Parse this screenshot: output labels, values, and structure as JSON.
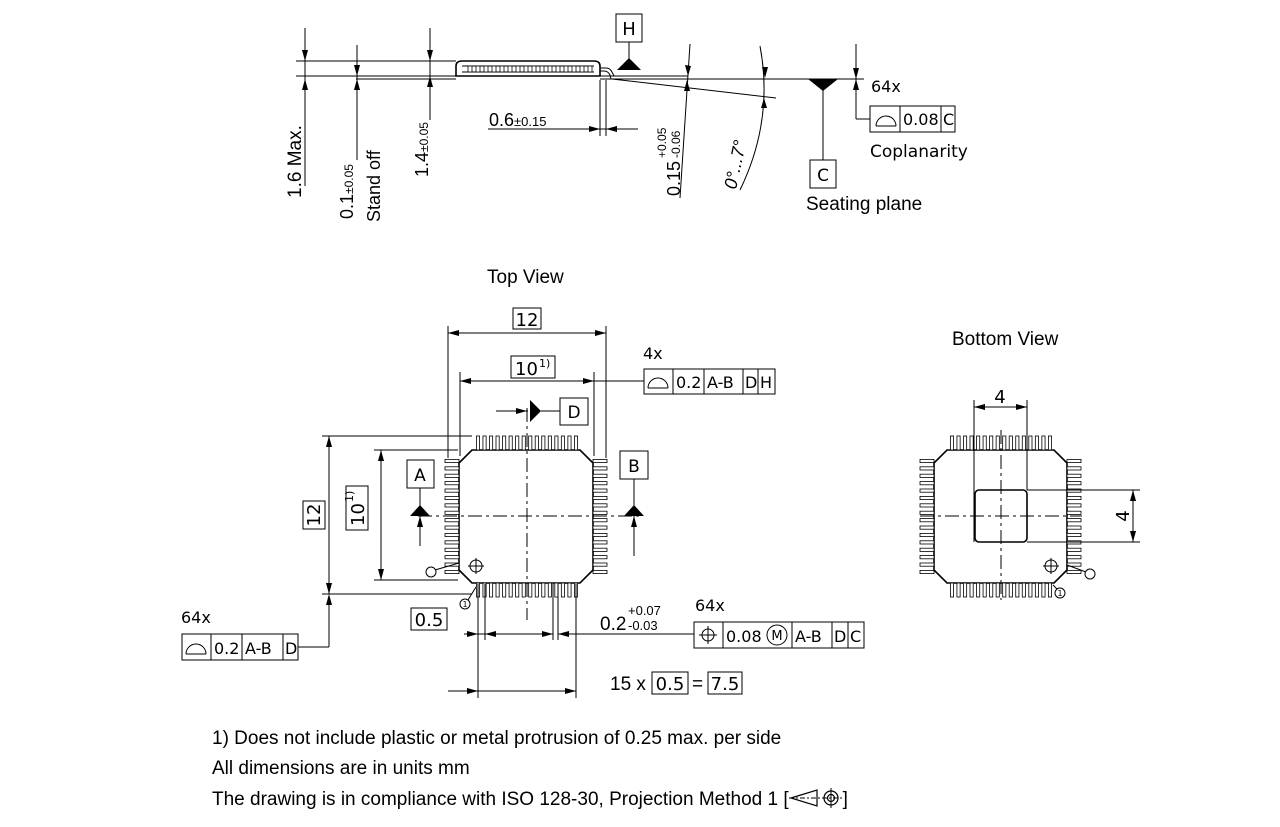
{
  "side_view": {
    "datum_h": "H",
    "dim_max_height": "1.6 Max.",
    "dim_standoff": "0.1",
    "dim_standoff_tol": "±0.05",
    "standoff_label": "Stand off",
    "dim_body_height": "1.4",
    "dim_body_height_tol": "±0.05",
    "dim_lead_length": "0.6",
    "dim_lead_length_tol": "±0.15",
    "dim_lead_thickness": "0.15",
    "dim_lead_thickness_tol_plus": "+0.05",
    "dim_lead_thickness_tol_minus": "-0.06",
    "dim_angle": "0°...7°",
    "coplanarity_count": "64x",
    "coplanarity_value": "0.08",
    "coplanarity_datum": "C",
    "coplanarity_label": "Coplanarity",
    "datum_c": "C",
    "seating_plane_label": "Seating plane"
  },
  "top_view": {
    "title": "Top View",
    "dim_body_width": "12",
    "dim_inner_width": "10",
    "footnote_ref": "1)",
    "profile_count": "4x",
    "profile_value": "0.2",
    "profile_datum_ab": "A-B",
    "profile_datum_d": "D",
    "profile_datum_h": "H",
    "datum_d": "D",
    "datum_a": "A",
    "datum_b": "B",
    "dim_body_height": "12",
    "dim_inner_height": "10",
    "pin1_marker": "1",
    "profile2_count": "64x",
    "profile2_value": "0.2",
    "profile2_datum_ab": "A-B",
    "profile2_datum_d": "D",
    "dim_pitch": "0.5",
    "dim_lead_width": "0.2",
    "dim_lead_width_tol_plus": "+0.07",
    "dim_lead_width_tol_minus": "-0.03",
    "position_count": "64x",
    "position_value": "0.08",
    "position_modifier": "M",
    "position_datum_ab": "A-B",
    "position_datum_d": "D",
    "position_datum_c": "C",
    "pitch_count": "15 x",
    "pitch_value": "0.5",
    "pitch_equals": "=",
    "pitch_total": "7.5"
  },
  "bottom_view": {
    "title": "Bottom View",
    "dim_pad_width": "4",
    "dim_pad_height": "4",
    "pin1_marker": "1"
  },
  "notes": {
    "line1": "1) Does not include plastic or metal protrusion of 0.25 max. per side",
    "line2": "All dimensions are in units mm",
    "line3_prefix": "The drawing is in compliance with ISO 128-30, Projection Method 1 [",
    "line3_suffix": "]",
    "projection_symbol": "first-angle-projection-icon"
  }
}
